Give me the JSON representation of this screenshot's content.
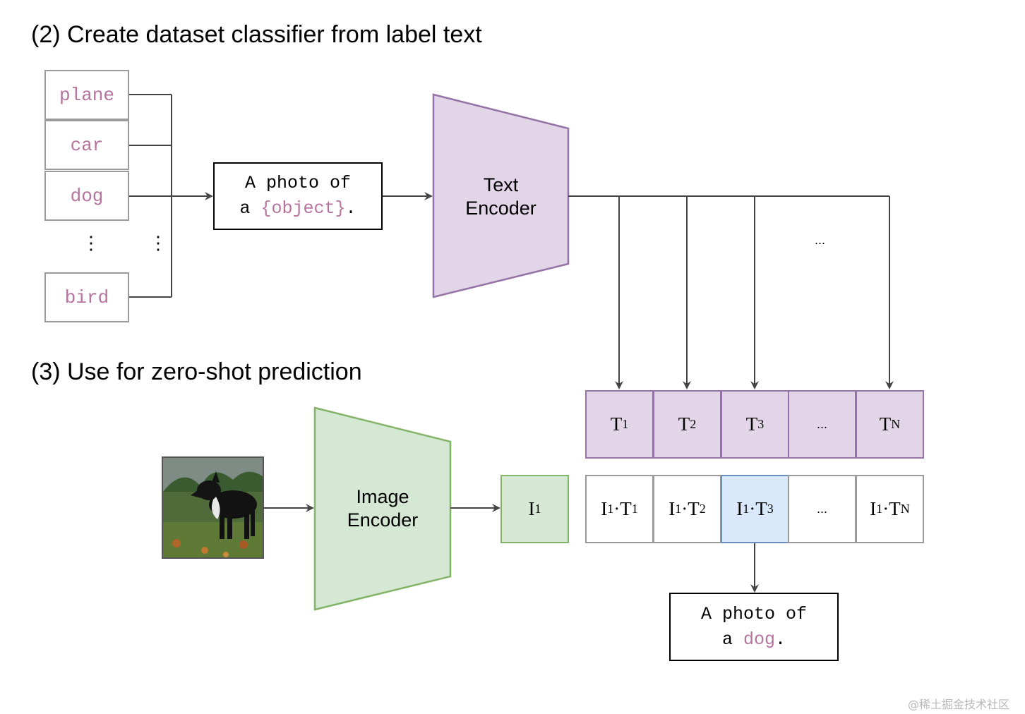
{
  "section2_title": "(2) Create dataset classifier from label text",
  "section3_title": "(3) Use for zero-shot prediction",
  "labels": [
    "plane",
    "car",
    "dog",
    "bird"
  ],
  "vertical_ellipsis": "⋮",
  "prompt_template": {
    "line1": "A photo of",
    "line2_prefix": "a ",
    "object": "{object}",
    "suffix": "."
  },
  "text_encoder": {
    "line1": "Text",
    "line2": "Encoder"
  },
  "image_encoder": {
    "line1": "Image",
    "line2": "Encoder"
  },
  "horizontal_ellipsis": "...",
  "text_embeddings": [
    {
      "base": "T",
      "sub": "1"
    },
    {
      "base": "T",
      "sub": "2"
    },
    {
      "base": "T",
      "sub": "3"
    },
    {
      "base": "...",
      "sub": ""
    },
    {
      "base": "T",
      "sub": "N"
    }
  ],
  "image_embedding": {
    "base": "I",
    "sub": "1"
  },
  "similarities": [
    {
      "a": "I",
      "asub": "1",
      "b": "T",
      "bsub": "1"
    },
    {
      "a": "I",
      "asub": "1",
      "b": "T",
      "bsub": "2"
    },
    {
      "a": "I",
      "asub": "1",
      "b": "T",
      "bsub": "3"
    },
    {
      "a": "...",
      "asub": "",
      "b": "",
      "bsub": ""
    },
    {
      "a": "I",
      "asub": "1",
      "b": "T",
      "bsub": "N"
    }
  ],
  "highlighted_index": 2,
  "prediction": {
    "line1": "A photo of",
    "line2_prefix": "a ",
    "object": "dog",
    "suffix": "."
  },
  "colors": {
    "text_purple_fill": "#e1d5e7",
    "text_purple_stroke": "#9673a6",
    "image_green_fill": "#d5e8d4",
    "image_green_stroke": "#82b366",
    "highlight_fill": "#dae8fc",
    "highlight_stroke": "#6c8ebf",
    "label_pink": "#b5739d"
  },
  "watermark": "@稀土掘金技术社区"
}
